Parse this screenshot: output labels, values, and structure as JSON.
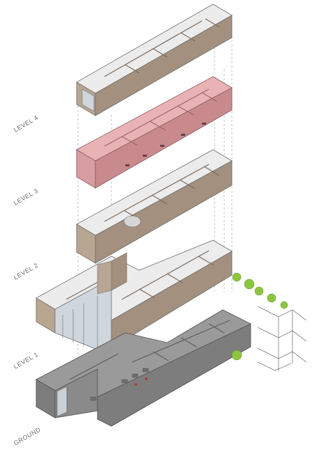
{
  "labels": {
    "level4": "LEVEL 4",
    "level3": "LEVEL 3",
    "level2": "LEVEL 2",
    "level1": "LEVEL 1",
    "ground": "GROUND"
  },
  "colors": {
    "wall_top": "#a3907e",
    "wall_side": "#b8a692",
    "floor": "#ececec",
    "highlight_floor": "#e9b3b6",
    "highlight_wall": "#c98a8e",
    "ground_floor": "#9a9a9a",
    "ground_wall": "#7d7d7d",
    "glass": "#cfd6dc",
    "tree": "#8cc63f",
    "guide": "#9a9a9a"
  }
}
